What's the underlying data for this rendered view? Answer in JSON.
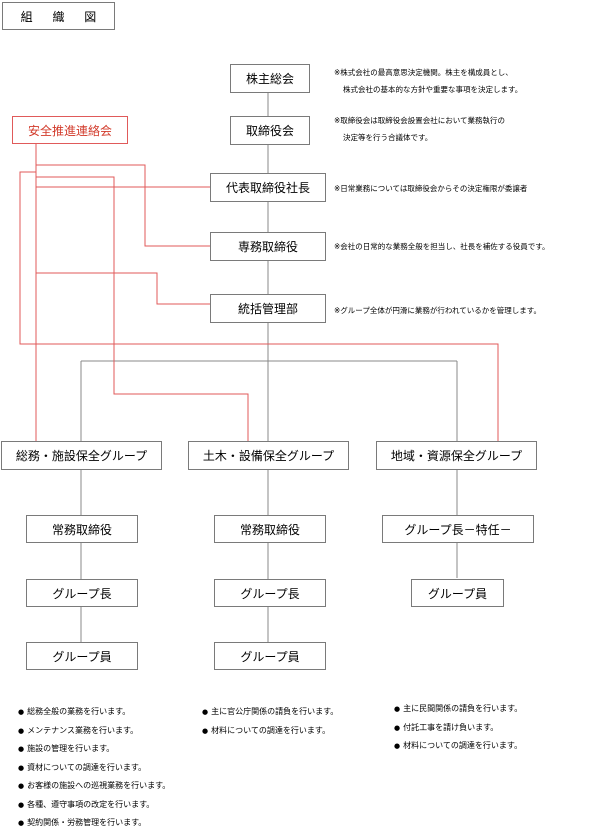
{
  "title": "組 織 図",
  "colors": {
    "line": "#888888",
    "safety_line": "#e05a5a",
    "safety_text": "#d23a2a"
  },
  "nodes": {
    "shareholders": "株主総会",
    "board": "取締役会",
    "president": "代表取締役社長",
    "managing_director": "専務取締役",
    "management_dept": "統括管理部",
    "safety_council": "安全推進連絡会"
  },
  "notes": {
    "shareholders": [
      "※株式会社の最高意思決定機関。株主を構成員とし、",
      "株式会社の基本的な方針や重要な事項を決定します。"
    ],
    "board": [
      "※取締役会は取締役会設置会社において業務執行の",
      "決定等を行う合議体です。"
    ],
    "president": [
      "※日常業務については取締役会からその決定権限が委譲者"
    ],
    "managing_director": [
      "※会社の日常的な業務全般を担当し、社長を補佐する役員です。"
    ],
    "management_dept": [
      "※グループ全体が円滑に業務が行われているかを管理します。"
    ]
  },
  "groups": [
    {
      "name": "総務・施設保全グループ",
      "members": [
        "常務取締役",
        "グループ長",
        "グループ員"
      ],
      "duties": [
        "総務全般の業務を行います。",
        "メンテナンス業務を行います。",
        "施設の管理を行います。",
        "資材についての調達を行います。",
        "お客様の施設への巡視業務を行います。",
        "各種、遵守事項の改定を行います。",
        "契約関係・労務管理を行います。"
      ]
    },
    {
      "name": "土木・設備保全グループ",
      "members": [
        "常務取締役",
        "グループ長",
        "グループ員"
      ],
      "duties": [
        "主に官公庁関係の請負を行います。",
        "材料についての調達を行います。"
      ]
    },
    {
      "name": "地域・資源保全グループ",
      "members": [
        "グループ長－特任－",
        "グループ員"
      ],
      "duties": [
        "主に民間関係の請負を行います。",
        "付託工事を請け負います。",
        "材料についての調達を行います。"
      ]
    }
  ]
}
